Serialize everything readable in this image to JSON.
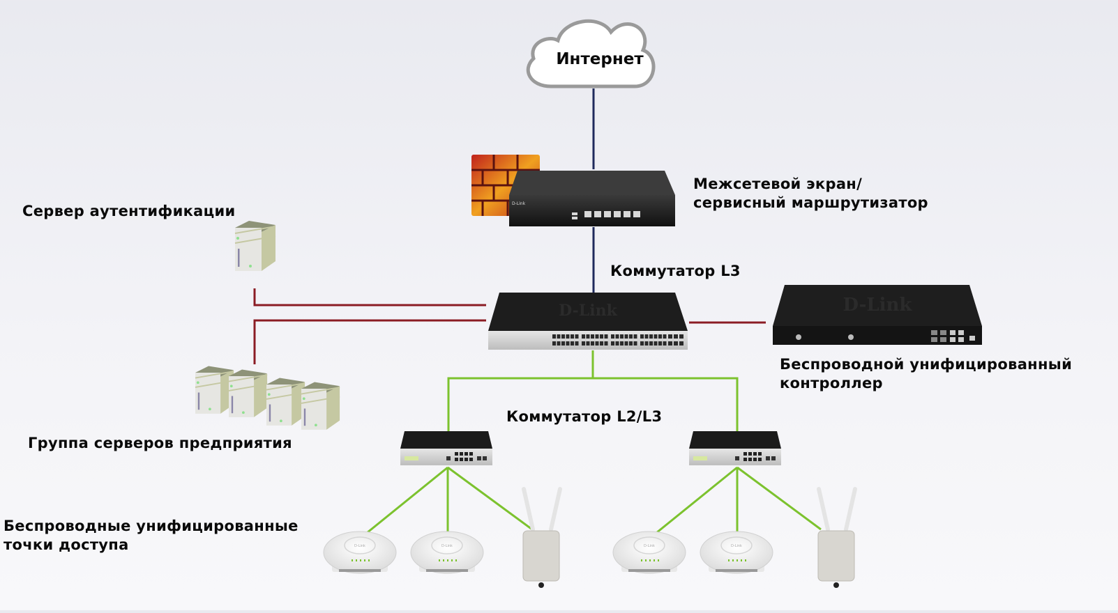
{
  "diagram": {
    "title": "Network topology",
    "colors": {
      "background": "#eeeef3",
      "uplink_line": "#1f2a5c",
      "server_line": "#8b1c24",
      "access_line": "#7cc22e",
      "cloud_stroke": "#9a9a9a",
      "device_black": "#1c1c1c",
      "server_body": "#c5c8a2"
    },
    "nodes": {
      "internet": {
        "label": "Интернет",
        "icon": "cloud-icon"
      },
      "firewall": {
        "label_line1": "Межсетевой экран/",
        "label_line2": "сервисный маршрутизатор",
        "icon": "firewall-router-icon",
        "brand": "D-Link"
      },
      "core_switch": {
        "label": "Коммутатор L3",
        "icon": "switch-icon",
        "brand": "D-Link"
      },
      "auth_server": {
        "label": "Сервер аутентификации",
        "icon": "server-icon"
      },
      "server_group": {
        "label": "Группа серверов предприятия",
        "icon": "server-group-icon",
        "count": 4
      },
      "wireless_controller": {
        "label_line1": "Беспроводной унифицированный",
        "label_line2": "контроллер",
        "icon": "controller-icon",
        "brand": "D-Link"
      },
      "access_switches": {
        "label": "Коммутатор L2/L3",
        "count": 2,
        "icon": "switch-icon"
      },
      "access_points": {
        "label_line1": "Беспроводные унифицированные",
        "label_line2": "точки доступа",
        "indoor_per_switch": 2,
        "outdoor_per_switch": 1
      }
    },
    "edges": [
      {
        "from": "internet",
        "to": "firewall",
        "type": "uplink"
      },
      {
        "from": "firewall",
        "to": "core_switch",
        "type": "uplink"
      },
      {
        "from": "core_switch",
        "to": "auth_server",
        "type": "server"
      },
      {
        "from": "core_switch",
        "to": "server_group",
        "type": "server"
      },
      {
        "from": "core_switch",
        "to": "wireless_controller",
        "type": "server"
      },
      {
        "from": "core_switch",
        "to": "access_switch_1",
        "type": "access"
      },
      {
        "from": "core_switch",
        "to": "access_switch_2",
        "type": "access"
      },
      {
        "from": "access_switch_1",
        "to": "ap_1_1",
        "type": "access"
      },
      {
        "from": "access_switch_1",
        "to": "ap_1_2",
        "type": "access"
      },
      {
        "from": "access_switch_1",
        "to": "ap_1_3",
        "type": "access"
      },
      {
        "from": "access_switch_2",
        "to": "ap_2_1",
        "type": "access"
      },
      {
        "from": "access_switch_2",
        "to": "ap_2_2",
        "type": "access"
      },
      {
        "from": "access_switch_2",
        "to": "ap_2_3",
        "type": "access"
      }
    ]
  }
}
